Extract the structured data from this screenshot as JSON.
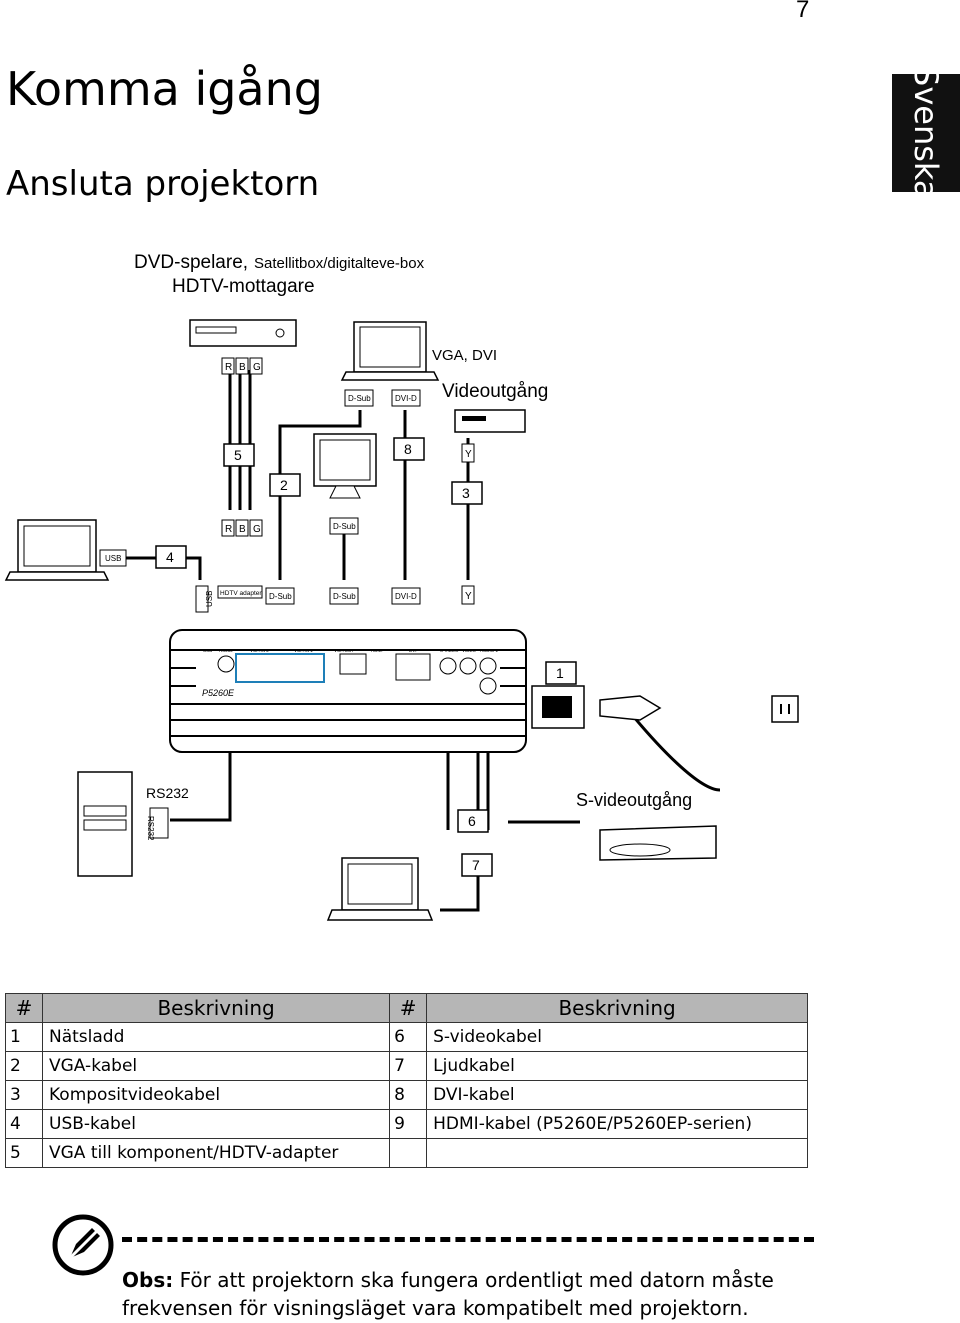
{
  "page": {
    "number": "7",
    "title": "Komma igång",
    "subtitle": "Ansluta projektorn",
    "language_tab": "Svenska"
  },
  "diagram": {
    "labels": {
      "dvd": "DVD-spelare,",
      "satellite": "Satellitbox/digitalteve-box",
      "hdtv": "HDTV-mottagare",
      "vga_dvi": "VGA, DVI",
      "video_out": "Videoutgång",
      "s_video_out": "S-videoutgång",
      "rs232": "RS232",
      "rs232_plug": "RS232",
      "usb": "USB",
      "usb_plug": "USB",
      "hdtv_adapter": "HDTV adapter",
      "dsub": "D-Sub",
      "dvid": "DVI-D",
      "model": "P5260E",
      "r": "R",
      "b": "B",
      "g": "G",
      "y": "Y",
      "port_usb": "USB",
      "port_rs232": "RS232",
      "port_vga2": "VGA IN 2",
      "port_vga1": "VGA IN 1",
      "port_vgaout": "VGA OUT",
      "port_hdmi": "HDMI",
      "port_dvi": "DVI",
      "port_svideo": "S-VIDEO",
      "port_video": "VIDEO",
      "port_audio": "AUDIO 1"
    },
    "badges": [
      "1",
      "2",
      "3",
      "4",
      "5",
      "6",
      "7",
      "8"
    ]
  },
  "table": {
    "headers": [
      "#",
      "Beskrivning",
      "#",
      "Beskrivning"
    ],
    "rows": [
      [
        "1",
        "Nätsladd",
        "6",
        "S-videokabel"
      ],
      [
        "2",
        "VGA-kabel",
        "7",
        "Ljudkabel"
      ],
      [
        "3",
        "Kompositvideokabel",
        "8",
        "DVI-kabel"
      ],
      [
        "4",
        "USB-kabel",
        "9",
        "HDMI-kabel (P5260E/P5260EP-serien)"
      ],
      [
        "5",
        "VGA till komponent/HDTV-adapter",
        "",
        ""
      ]
    ]
  },
  "note": {
    "label": "Obs:",
    "text": "För att projektorn ska fungera ordentligt med datorn måste frekvensen för visningsläget vara kompatibelt med projektorn."
  }
}
